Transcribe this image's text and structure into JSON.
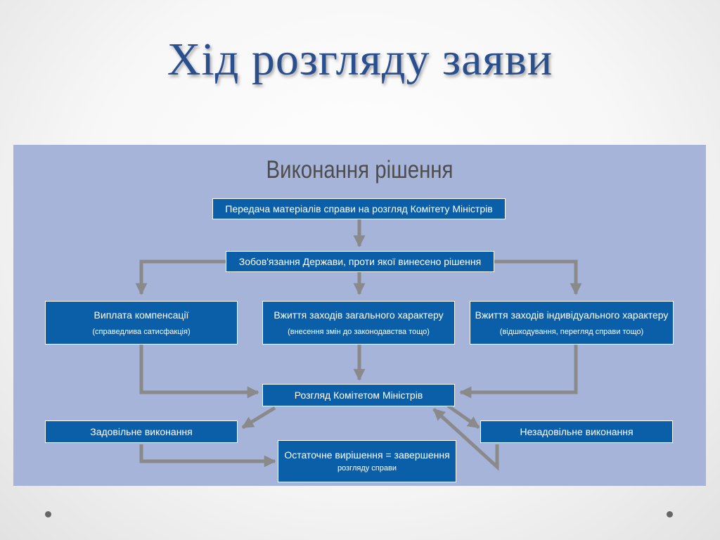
{
  "slide": {
    "title": "Хід розгляду заяви"
  },
  "diagram": {
    "heading": "Виконання рішення",
    "nodes": {
      "transfer": {
        "text": "Передача матеріалів справи на розгляд Комітету Міністрів"
      },
      "obligation": {
        "text": "Зобов'язання Держави, проти якої винесено рішення"
      },
      "compensation": {
        "text": "Виплата компенсації",
        "sub": "(справедлива сатисфакція)"
      },
      "general_measures": {
        "text": "Вжиття заходів загального характеру",
        "sub": "(внесення змін до законодавства тощо)"
      },
      "individual_measures": {
        "text": "Вжиття заходів індивідуального характеру",
        "sub": "(відшкодування, перегляд справи тощо)"
      },
      "review": {
        "text": "Розгляд Комітетом Міністрів"
      },
      "satisfactory": {
        "text": "Задовільне виконання"
      },
      "unsatisfactory": {
        "text": "Незадовільне виконання"
      },
      "final": {
        "text": "Остаточне вирішення = завершення",
        "sub": "розгляду справи"
      }
    },
    "colors": {
      "panel": "#a6b4da",
      "box": "#0b5fa8",
      "box_text": "#ffffff",
      "arrow": "#8a8a8a"
    }
  }
}
